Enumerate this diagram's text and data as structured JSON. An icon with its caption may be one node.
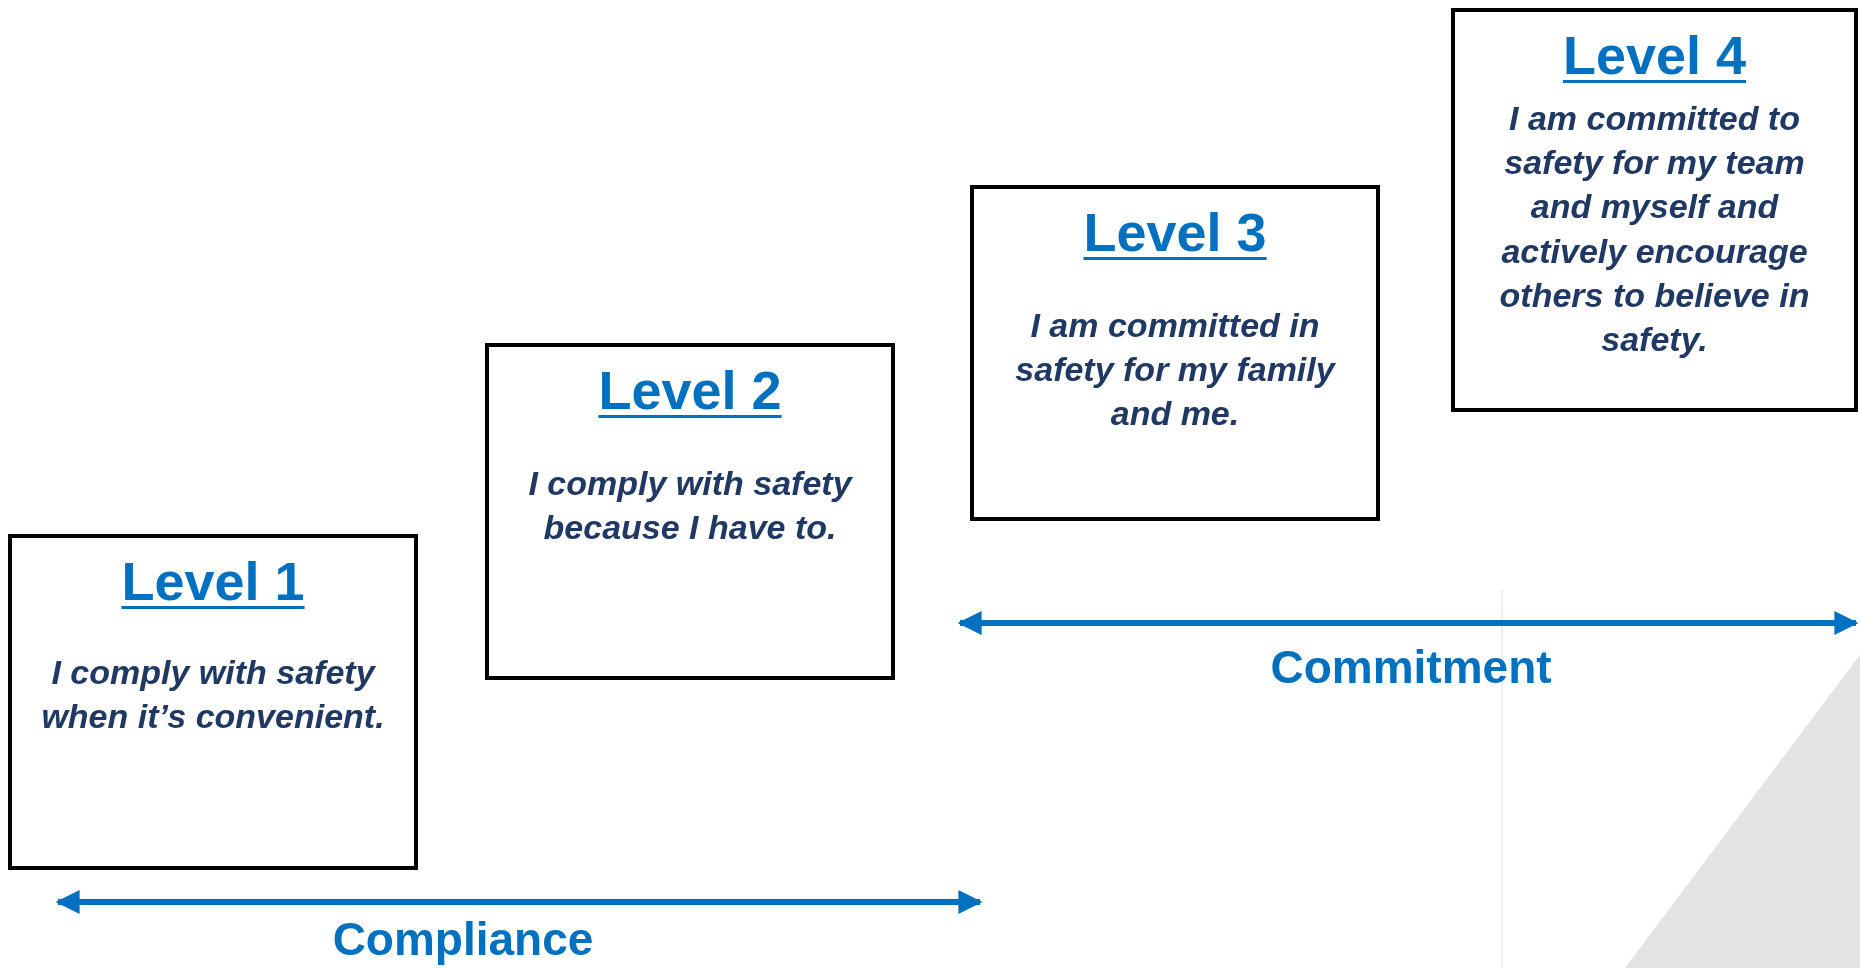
{
  "diagram": {
    "nodes": [
      {
        "text": [
          "Level 1",
          "I comply with safety when it’s convenient."
        ]
      },
      {
        "text": [
          "Level 2",
          "I comply with safety because I have to."
        ]
      },
      {
        "text": [
          "Level 3",
          "I am committed in safety for my family and me."
        ]
      },
      {
        "text": [
          "Level 4",
          "I am committed to safety for my team and myself and actively encourage others to believe in safety."
        ]
      }
    ],
    "edges": [],
    "labels": [
      "Commitment",
      "Compliance"
    ]
  }
}
